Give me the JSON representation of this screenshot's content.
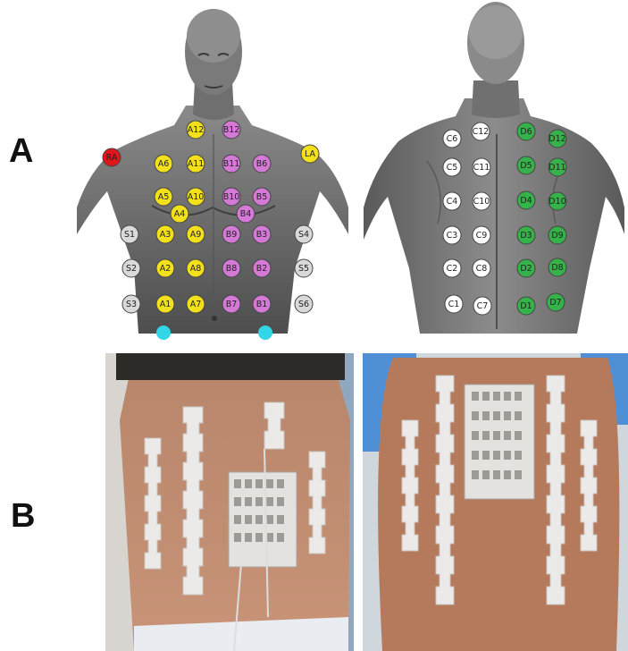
{
  "panels": {
    "a": "A",
    "b": "B"
  },
  "colors": {
    "background": "#ffffff",
    "yellow": "#f2e01a",
    "pink": "#d47ad6",
    "gray": "#d9d9d9",
    "white": "#ffffff",
    "green": "#35b24a",
    "red": "#e0161b",
    "cyan": "#33d6e6",
    "skin": "#c48a6d",
    "electrode": "#eceae8"
  },
  "front_electrodes": [
    {
      "label": "A12",
      "group": "yellow"
    },
    {
      "label": "B12",
      "group": "pink"
    },
    {
      "label": "RA",
      "group": "red"
    },
    {
      "label": "LA",
      "group": "yellow"
    },
    {
      "label": "A6",
      "group": "yellow"
    },
    {
      "label": "A11",
      "group": "yellow"
    },
    {
      "label": "B11",
      "group": "pink"
    },
    {
      "label": "B6",
      "group": "pink"
    },
    {
      "label": "A5",
      "group": "yellow"
    },
    {
      "label": "A10",
      "group": "yellow"
    },
    {
      "label": "B10",
      "group": "pink"
    },
    {
      "label": "B5",
      "group": "pink"
    },
    {
      "label": "A4",
      "group": "yellow"
    },
    {
      "label": "B4",
      "group": "pink"
    },
    {
      "label": "S1",
      "group": "gray"
    },
    {
      "label": "A3",
      "group": "yellow"
    },
    {
      "label": "A9",
      "group": "yellow"
    },
    {
      "label": "B9",
      "group": "pink"
    },
    {
      "label": "B3",
      "group": "pink"
    },
    {
      "label": "S4",
      "group": "gray"
    },
    {
      "label": "S2",
      "group": "gray"
    },
    {
      "label": "A2",
      "group": "yellow"
    },
    {
      "label": "A8",
      "group": "yellow"
    },
    {
      "label": "B8",
      "group": "pink"
    },
    {
      "label": "B2",
      "group": "pink"
    },
    {
      "label": "S5",
      "group": "gray"
    },
    {
      "label": "S3",
      "group": "gray"
    },
    {
      "label": "A1",
      "group": "yellow"
    },
    {
      "label": "A7",
      "group": "yellow"
    },
    {
      "label": "B7",
      "group": "pink"
    },
    {
      "label": "B1",
      "group": "pink"
    },
    {
      "label": "S6",
      "group": "gray"
    }
  ],
  "back_electrodes": [
    {
      "label": "C6",
      "group": "white"
    },
    {
      "label": "C12",
      "group": "white"
    },
    {
      "label": "D6",
      "group": "green"
    },
    {
      "label": "D12",
      "group": "green"
    },
    {
      "label": "C5",
      "group": "white"
    },
    {
      "label": "C11",
      "group": "white"
    },
    {
      "label": "D5",
      "group": "green"
    },
    {
      "label": "D11",
      "group": "green"
    },
    {
      "label": "C4",
      "group": "white"
    },
    {
      "label": "C10",
      "group": "white"
    },
    {
      "label": "D4",
      "group": "green"
    },
    {
      "label": "D10",
      "group": "green"
    },
    {
      "label": "C3",
      "group": "white"
    },
    {
      "label": "C9",
      "group": "white"
    },
    {
      "label": "D3",
      "group": "green"
    },
    {
      "label": "D9",
      "group": "green"
    },
    {
      "label": "C2",
      "group": "white"
    },
    {
      "label": "C8",
      "group": "white"
    },
    {
      "label": "D2",
      "group": "green"
    },
    {
      "label": "D8",
      "group": "green"
    },
    {
      "label": "C1",
      "group": "white"
    },
    {
      "label": "C7",
      "group": "white"
    },
    {
      "label": "D1",
      "group": "green"
    },
    {
      "label": "D7",
      "group": "green"
    }
  ]
}
